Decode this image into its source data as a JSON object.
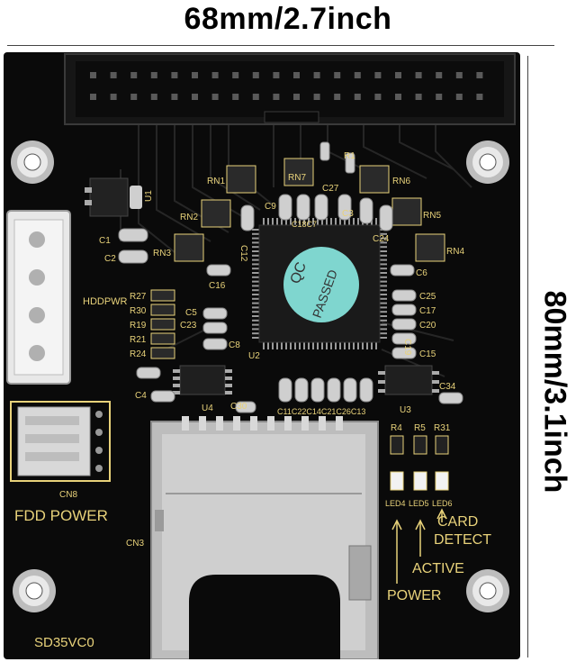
{
  "dimensions": {
    "width_label": "68mm/2.7inch",
    "height_label": "80mm/3.1inch"
  },
  "chip": {
    "line1": "QC",
    "line2": "PASSED"
  },
  "silkscreen": {
    "rn7": "RN7",
    "r1": "R1",
    "rn1": "RN1",
    "rn6": "RN6",
    "rn2": "RN2",
    "rn3": "RN3",
    "rn4": "RN4",
    "rn5": "RN5",
    "c9": "C9",
    "c18c7": "C18C7",
    "c27": "C27",
    "c3": "C3",
    "c24": "C24",
    "c1": "C1",
    "c2": "C2",
    "c12": "C12",
    "c16": "C16",
    "c6": "C6",
    "c25": "C25",
    "c17": "C17",
    "c20": "C20",
    "c19": "C19",
    "c15": "C15",
    "c5": "C5",
    "c23": "C23",
    "c8": "C8",
    "c4": "C4",
    "c30": "C30",
    "c34": "C34",
    "bottom_caps": "C11C22C14C21C26C13",
    "u1": "U1",
    "u2": "U2",
    "u3": "U3",
    "u4": "U4",
    "r27": "R27",
    "r30": "R30",
    "r19": "R19",
    "r21": "R21",
    "r24": "R24",
    "hddpwr": "HDDPWR",
    "cn8": "CN8",
    "fdd_power": "FDD POWER",
    "cn3": "CN3",
    "r4": "R4",
    "r5": "R5",
    "r31": "R31",
    "led4": "LED4",
    "led5": "LED5",
    "led6": "LED6",
    "card": "CARD",
    "detect": "DETECT",
    "active": "ACTIVE",
    "power": "POWER",
    "model": "SD35VC0"
  },
  "colors": {
    "pcb": "#0a0a0a",
    "silk": "#e8d27a",
    "trace": "#2a2a2a",
    "metal": "#c9c9c9",
    "chip_sticker": "#7fd6cf"
  }
}
